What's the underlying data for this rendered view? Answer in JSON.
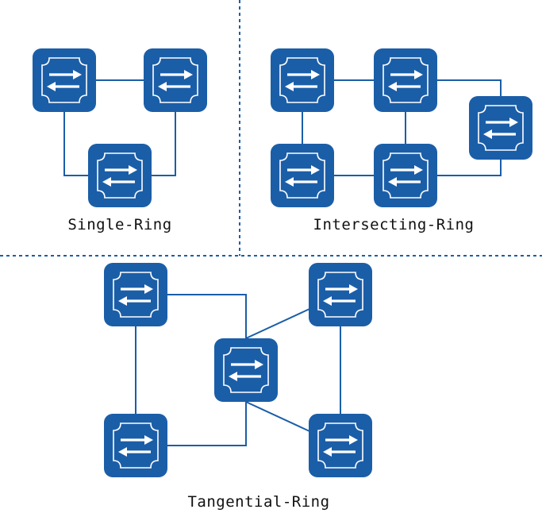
{
  "colors": {
    "switch_fill": "#1b5ea8",
    "switch_accent": "#ffffff",
    "link": "#1b5ea8",
    "divider": "#1b5ea8"
  },
  "panels": [
    {
      "id": "single",
      "caption": "Single-Ring",
      "nodes": [
        {
          "id": "s1",
          "icon": "switch-icon"
        },
        {
          "id": "s2",
          "icon": "switch-icon"
        },
        {
          "id": "s3",
          "icon": "switch-icon"
        }
      ]
    },
    {
      "id": "intersecting",
      "caption": "Intersecting-Ring",
      "nodes": [
        {
          "id": "i1",
          "icon": "switch-icon"
        },
        {
          "id": "i2",
          "icon": "switch-icon"
        },
        {
          "id": "i3",
          "icon": "switch-icon"
        },
        {
          "id": "i4",
          "icon": "switch-icon"
        },
        {
          "id": "i5",
          "icon": "switch-icon"
        }
      ]
    },
    {
      "id": "tangential",
      "caption": "Tangential-Ring",
      "nodes": [
        {
          "id": "t1",
          "icon": "switch-icon"
        },
        {
          "id": "t2",
          "icon": "switch-icon"
        },
        {
          "id": "t3",
          "icon": "switch-icon"
        },
        {
          "id": "t4",
          "icon": "switch-icon"
        },
        {
          "id": "t5",
          "icon": "switch-icon"
        }
      ]
    }
  ]
}
